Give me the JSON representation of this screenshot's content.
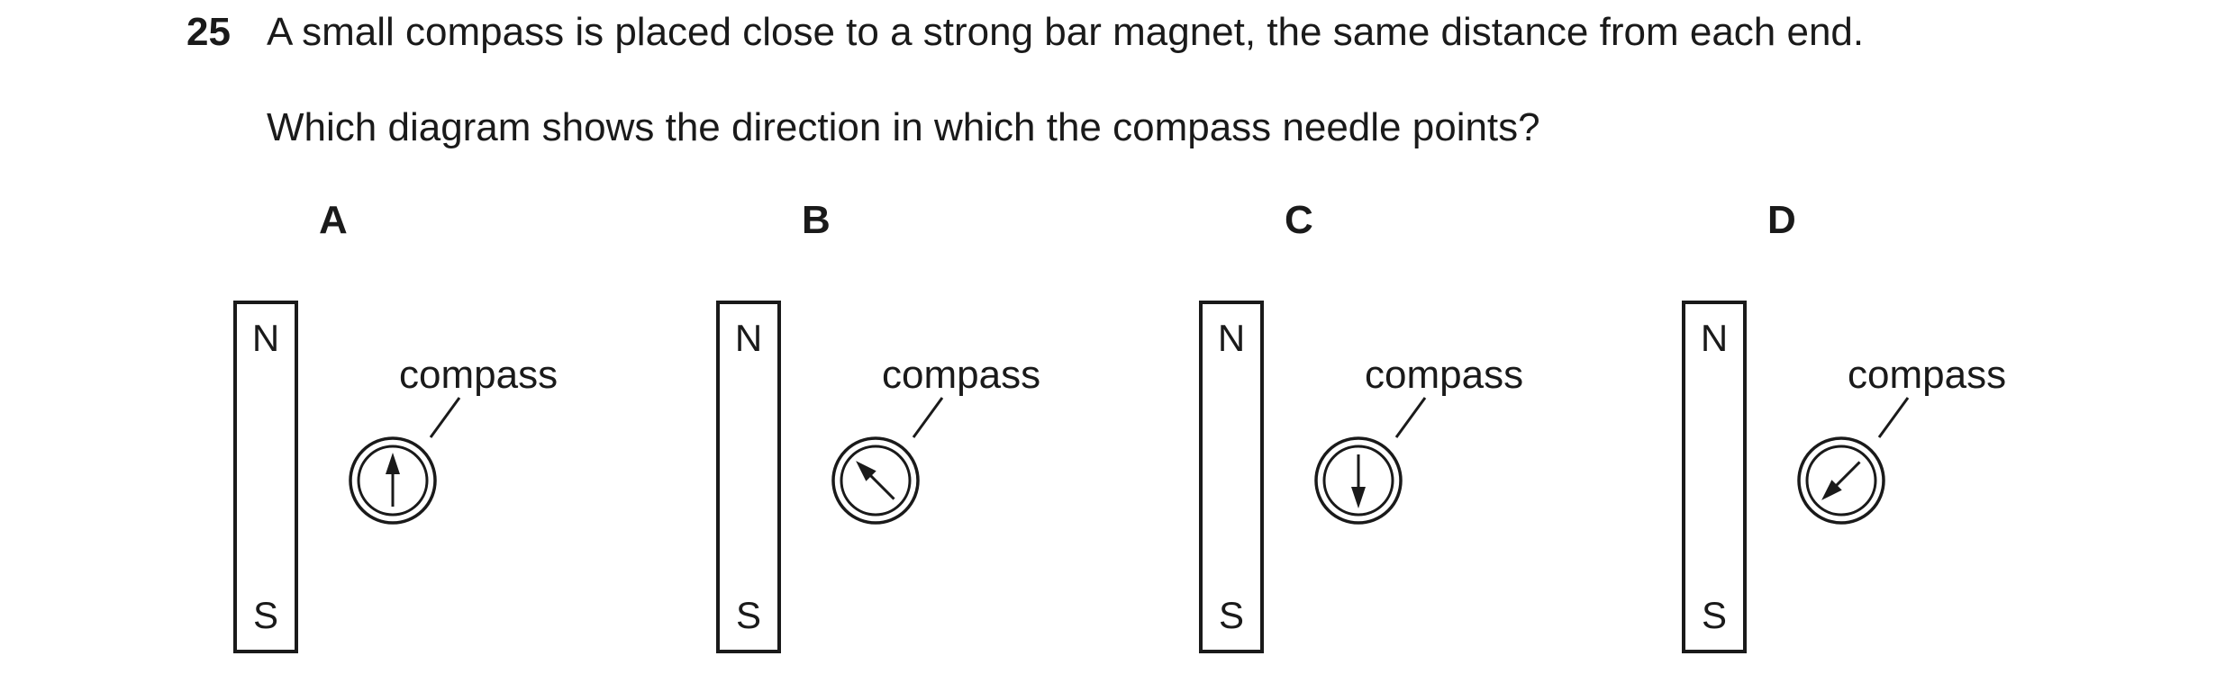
{
  "question": {
    "number": "25",
    "text": "A small compass is placed close to a strong bar magnet, the same distance from each end.",
    "prompt": "Which diagram shows the direction in which the compass needle points?"
  },
  "options": [
    {
      "letter": "A",
      "north_label": "N",
      "south_label": "S",
      "compass_label": "compass",
      "needle_direction": "up"
    },
    {
      "letter": "B",
      "north_label": "N",
      "south_label": "S",
      "compass_label": "compass",
      "needle_direction": "up-left"
    },
    {
      "letter": "C",
      "north_label": "N",
      "south_label": "S",
      "compass_label": "compass",
      "needle_direction": "down"
    },
    {
      "letter": "D",
      "north_label": "N",
      "south_label": "S",
      "compass_label": "compass",
      "needle_direction": "down-left"
    }
  ]
}
